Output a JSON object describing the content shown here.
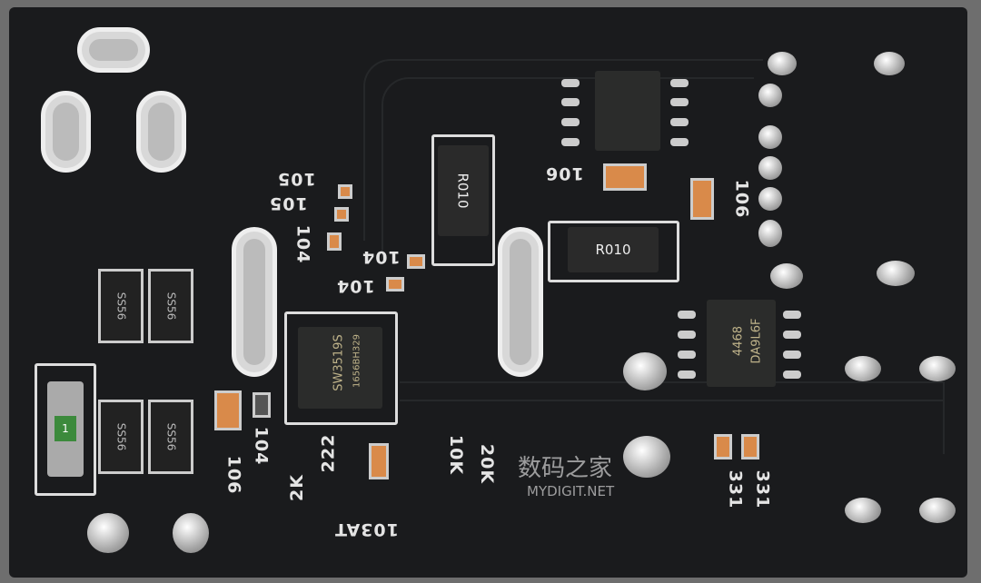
{
  "silkscreen": {
    "c1": "105",
    "c2": "105",
    "c3": "104",
    "c4": "104",
    "c5": "104",
    "c6": "106",
    "c7": "106",
    "c8": "104",
    "c9": "106",
    "r1": "222",
    "r2": "2K",
    "r3": "10K",
    "r4": "20K",
    "ntc": "103AT",
    "r5": "331",
    "r6": "331"
  },
  "components": {
    "shunt1": "R010",
    "shunt2": "R010",
    "diodes": [
      "SS56",
      "SS56",
      "SS56",
      "SS56"
    ],
    "controller": {
      "line1": "SW3519S",
      "line2": "1656BH329"
    },
    "mosfet": {
      "line1": "4468",
      "line2": "DA9L6F"
    },
    "fuse": "1"
  },
  "watermark": {
    "line1": "数码之家",
    "line2": "MYDIGIT.NET"
  }
}
